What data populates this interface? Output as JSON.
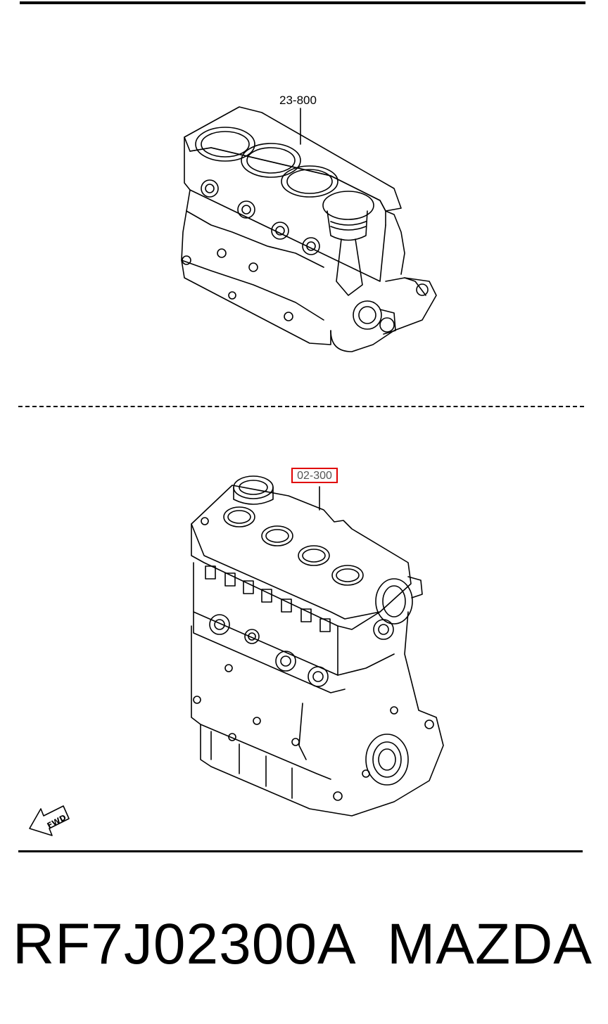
{
  "top_assembly": {
    "callout": "23-800"
  },
  "bottom_assembly": {
    "callout": "02-300"
  },
  "fwd_label": "FWD",
  "part_number": "RF7J02300A",
  "brand": "MAZDA",
  "colors": {
    "line": "#000000",
    "highlight_box": "#e00000"
  }
}
